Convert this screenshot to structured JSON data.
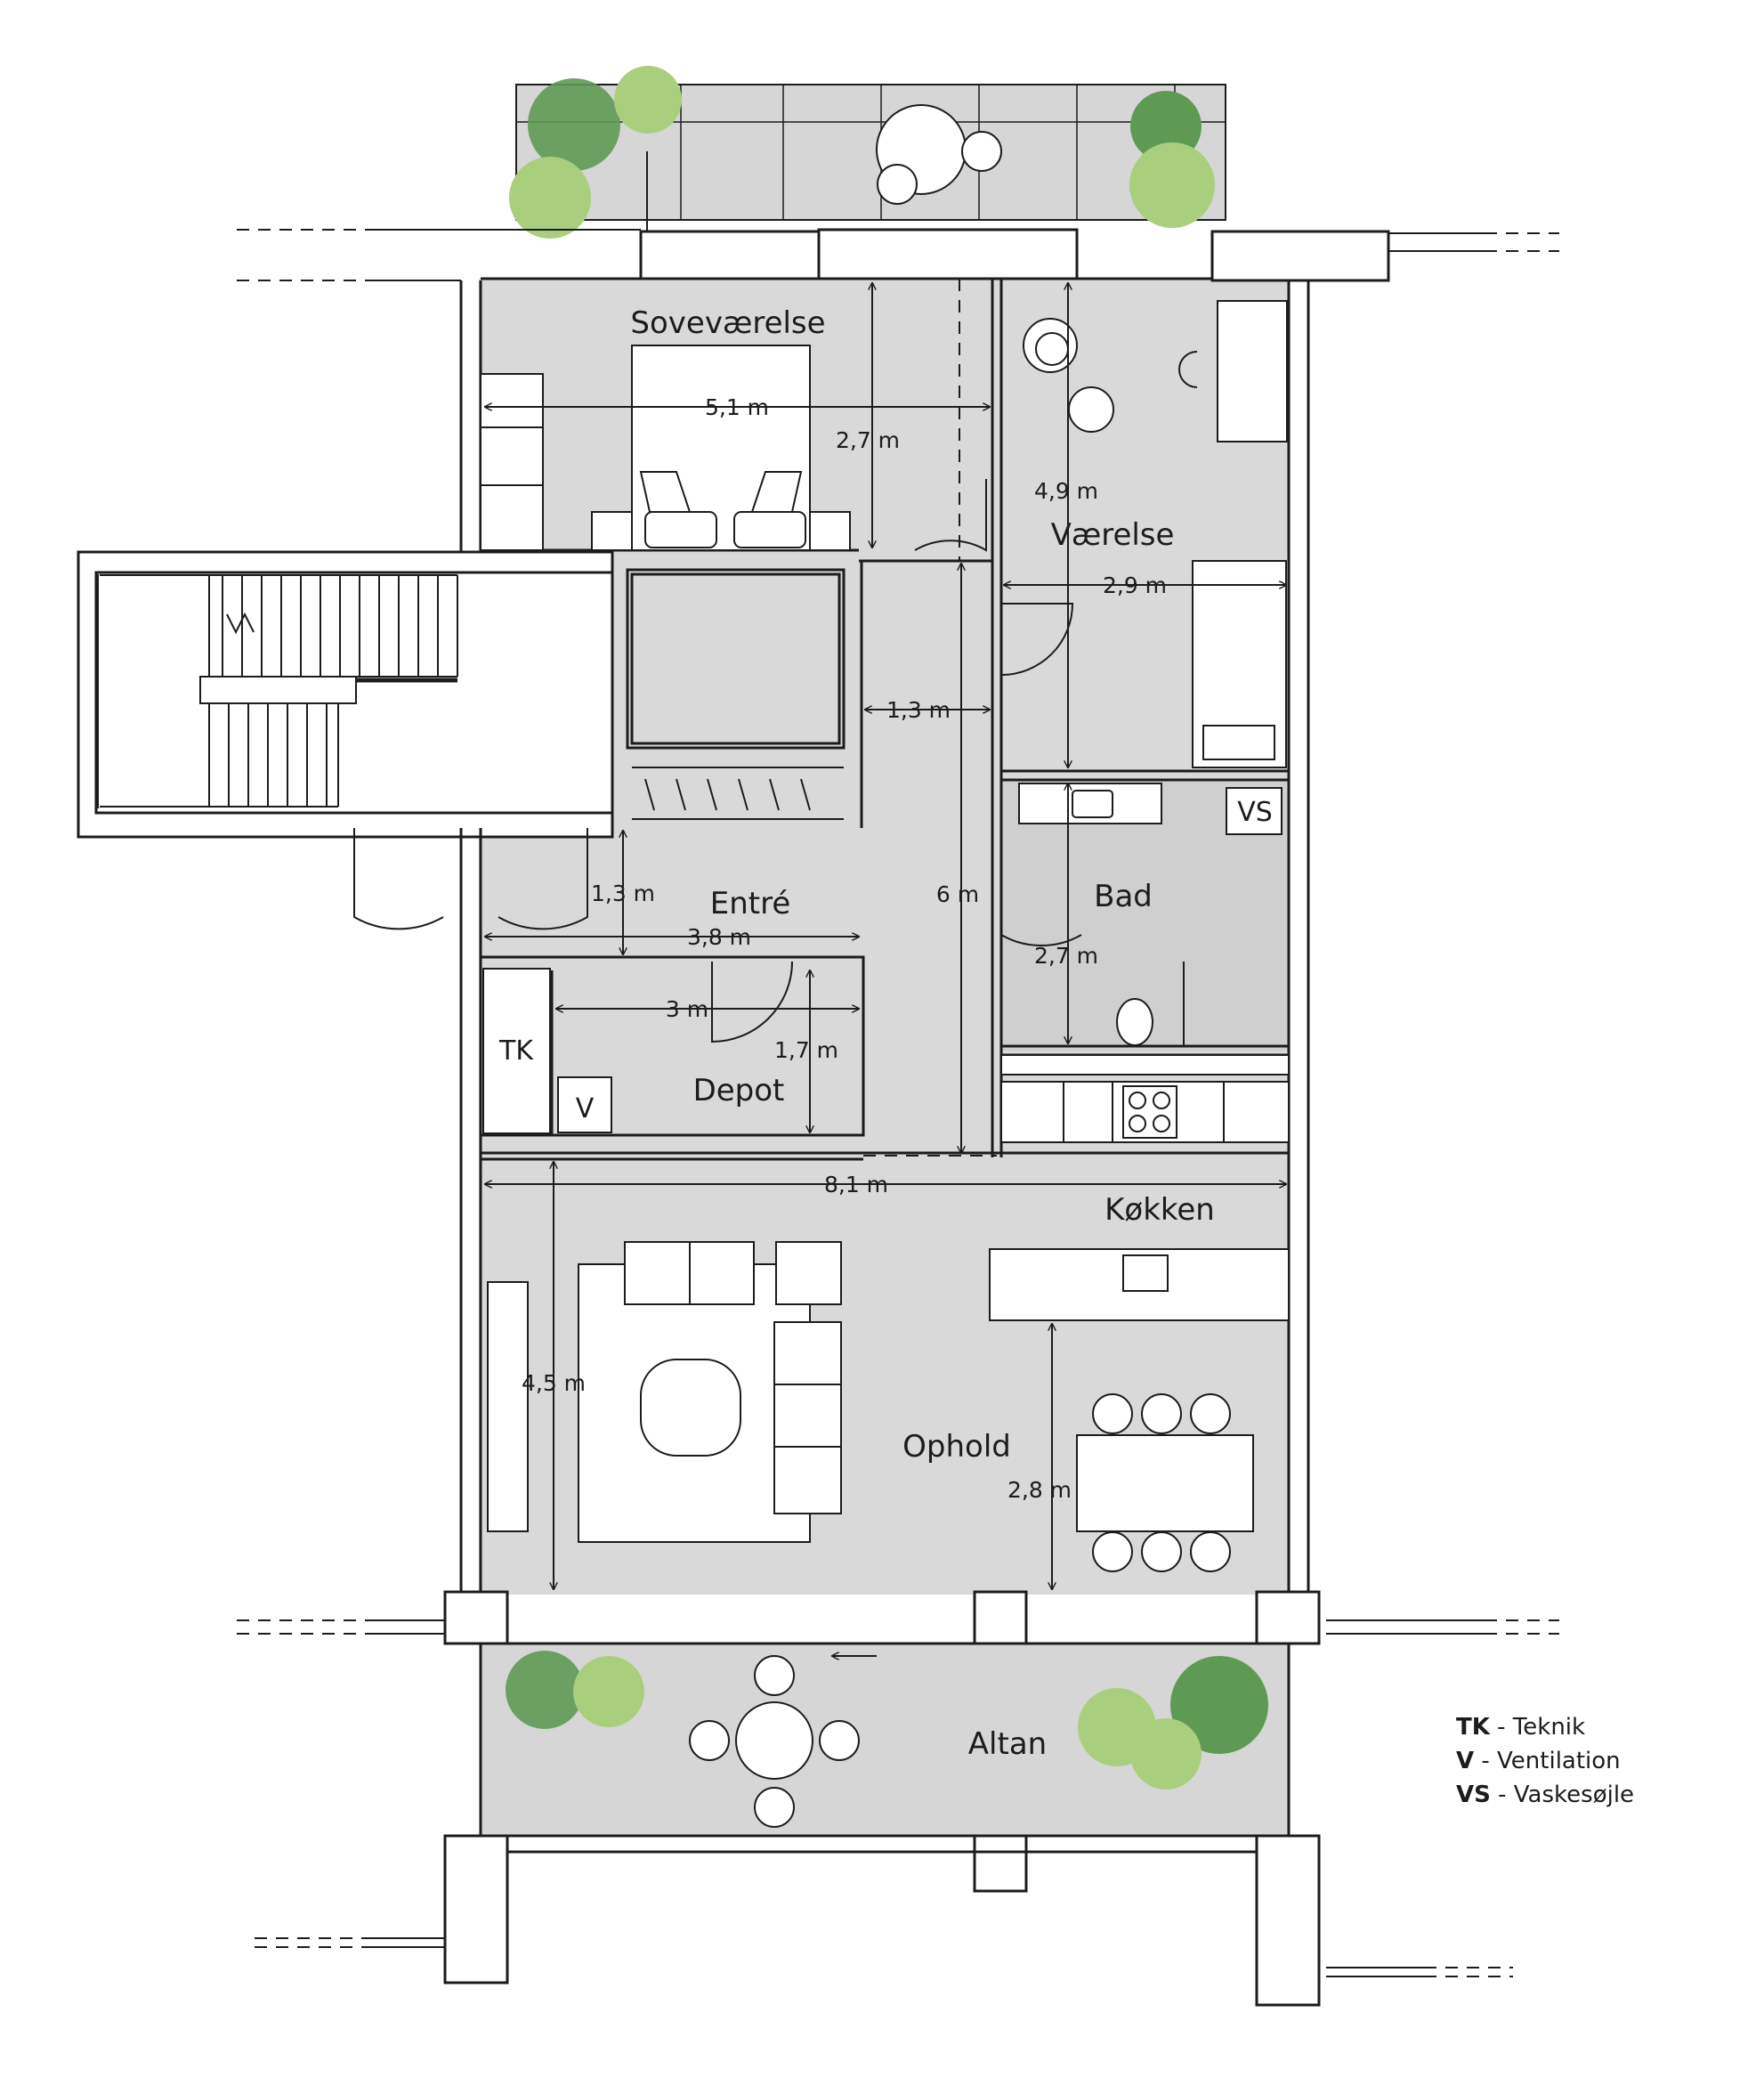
{
  "colors": {
    "floor": "#d9d9d9",
    "bath_floor": "#cfcfcf",
    "terrace": "#d6d6d6",
    "wall": "#1c1c1c",
    "tree_light": "#a9cf7e",
    "tree_dark": "#5f9a55",
    "furniture": "#ffffff"
  },
  "rooms": {
    "sovevaerelse": "Soveværelse",
    "vaerelse": "Værelse",
    "entre": "Entré",
    "bad": "Bad",
    "depot": "Depot",
    "koekken": "Køkken",
    "ophold": "Ophold",
    "altan": "Altan"
  },
  "dimensions": {
    "sove_width": "5,1 m",
    "sove_depth": "2,7 m",
    "vaer_depth": "4,9 m",
    "vaer_width": "2,9 m",
    "hall_width": "1,3 m",
    "hall_length": "6 m",
    "entre_depth": "1,3 m",
    "entre_width": "3,8 m",
    "depot_width": "3 m",
    "depot_depth": "1,7 m",
    "bad_depth": "2,7 m",
    "living_width": "8,1 m",
    "living_depth": "4,5 m",
    "dining_depth": "2,8 m"
  },
  "tags": {
    "tk": "TK",
    "v": "V",
    "vs": "VS"
  },
  "legend": [
    {
      "abbr": "TK",
      "text": " - Teknik"
    },
    {
      "abbr": "V",
      "text": " - Ventilation"
    },
    {
      "abbr": "VS",
      "text": " - Vaskesøjle"
    }
  ]
}
